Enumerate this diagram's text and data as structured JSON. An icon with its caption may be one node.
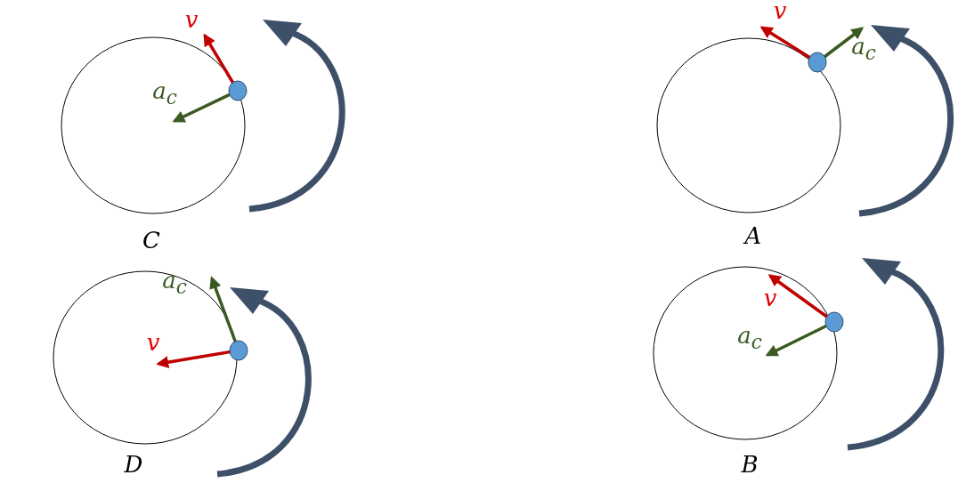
{
  "diagram": {
    "labels": [
      "v",
      "a$_{c}$",
      "C",
      "v",
      "a$_{c}$",
      "A",
      "a$_{c}$",
      "v",
      "D",
      "v",
      "a$_{c}$",
      "B"
    ]
  }
}
